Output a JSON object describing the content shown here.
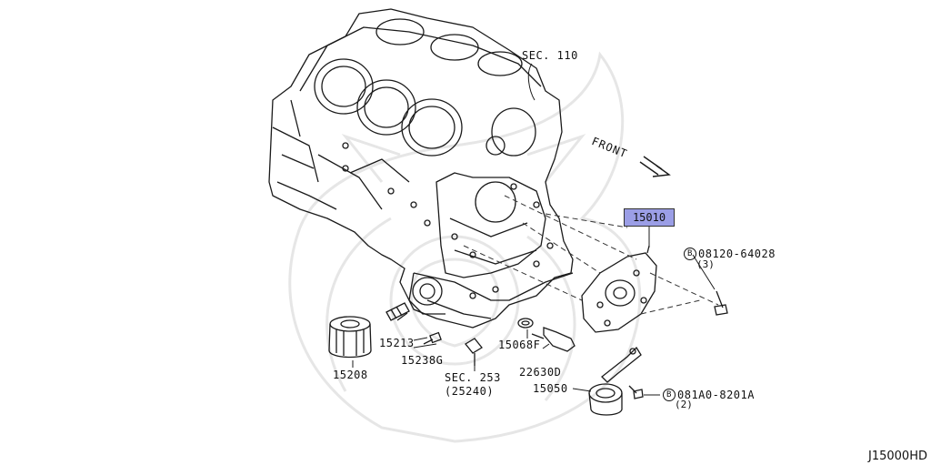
{
  "diagram": {
    "drawing_id": "J15000HD",
    "front_label": "FRONT",
    "section_label": "SEC. 110",
    "highlight_color": "#9b9ee6",
    "parts": {
      "p15010": "15010",
      "p15213": "15213",
      "p15238g": "15238G",
      "p15208": "15208",
      "p15068f": "15068F",
      "p22630d": "22630D",
      "p15050": "15050",
      "sec253": "SEC. 253",
      "sec253_sub": "(25240)"
    },
    "bolts": [
      {
        "prefix": "B",
        "code": "08120-64028",
        "qty": "(3)"
      },
      {
        "prefix": "B",
        "code": "081A0-8201A",
        "qty": "(2)"
      }
    ]
  }
}
